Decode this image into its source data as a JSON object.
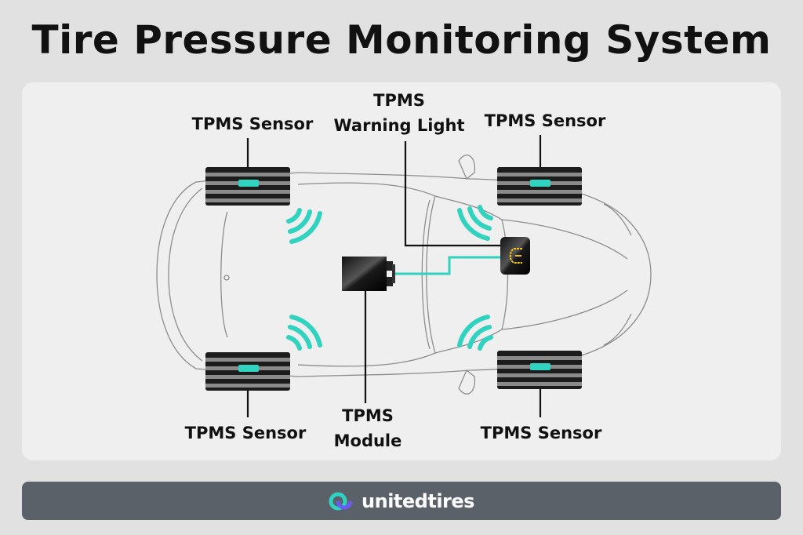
{
  "title": "Tire Pressure Monitoring System",
  "labels": {
    "sensor_front_left": "TPMS Sensor",
    "sensor_front_right": "TPMS Sensor",
    "sensor_rear_left": "TPMS Sensor",
    "sensor_rear_right": "TPMS Sensor",
    "warning_light_line1": "TPMS",
    "warning_light_line2": "Warning Light",
    "module_line1": "TPMS",
    "module_line2": "Module"
  },
  "footer": {
    "brand": "unitedtires"
  },
  "colors": {
    "accent": "#2fd3bf",
    "warning": "#f2c318",
    "footer": "#5b6169"
  }
}
